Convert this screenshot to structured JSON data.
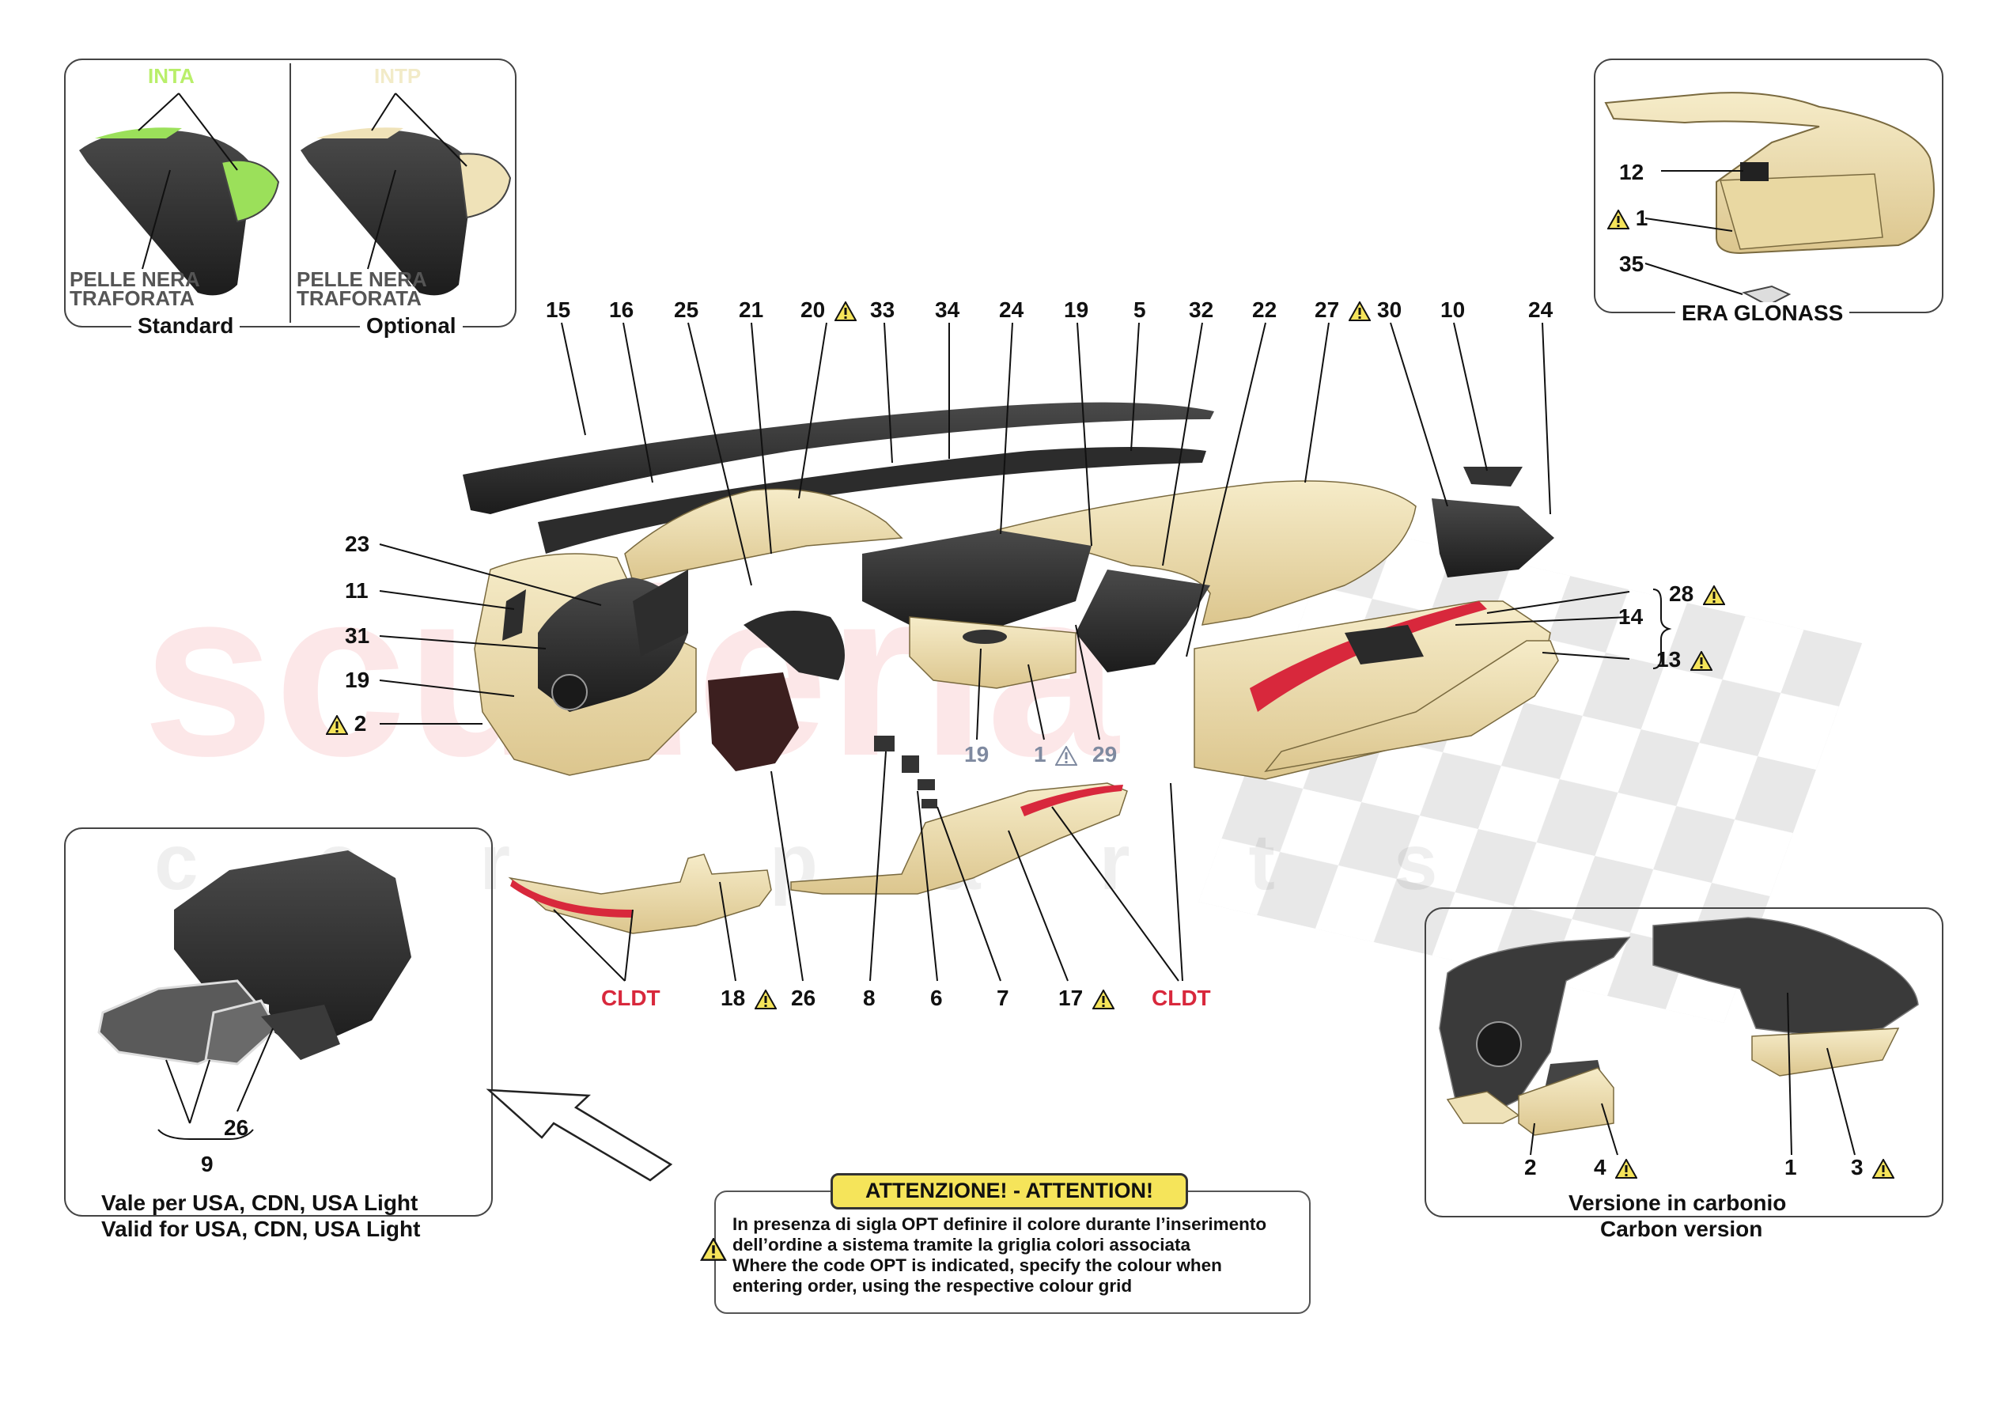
{
  "watermark": {
    "brand": "scuderia",
    "sub": "car parts"
  },
  "inset_leather": {
    "col_a_tag": "INTA",
    "col_b_tag": "INTP",
    "col_a_text_1": "PELLE NERA",
    "col_a_text_2": "TRAFORATA",
    "col_b_text_1": "PELLE NERA",
    "col_b_text_2": "TRAFORATA",
    "caption_a": "Standard",
    "caption_b": "Optional"
  },
  "inset_glonass": {
    "label_12": "12",
    "label_1": "1",
    "label_35": "35",
    "caption": "ERA GLONASS"
  },
  "inset_usa": {
    "label_26": "26",
    "label_9": "9",
    "caption_1": "Vale per USA, CDN, USA Light",
    "caption_2": "Valid for USA, CDN, USA Light"
  },
  "inset_carbon": {
    "label_2": "2",
    "label_4": "4",
    "label_1": "1",
    "label_3": "3",
    "caption_1": "Versione in carbonio",
    "caption_2": "Carbon version"
  },
  "top_labels": [
    "15",
    "16",
    "25",
    "21",
    "20",
    "33",
    "34",
    "24",
    "19",
    "5",
    "32",
    "22",
    "27",
    "30",
    "10",
    "24"
  ],
  "left_labels": [
    "23",
    "11",
    "31",
    "19",
    "2"
  ],
  "right_labels": {
    "l28": "28",
    "l14": "14",
    "l13": "13"
  },
  "center_labels": {
    "l19": "19",
    "l1": "1",
    "l29": "29"
  },
  "bottom_labels": {
    "cldt_left": "CLDT",
    "l18": "18",
    "l26": "26",
    "l8": "8",
    "l6": "6",
    "l7": "7",
    "l17": "17",
    "cldt_right": "CLDT"
  },
  "attention": {
    "title": "ATTENZIONE! - ATTENTION!",
    "line1": "In presenza di sigla OPT definire il colore durante l’inserimento",
    "line2": "dell’ordine a sistema tramite la griglia colori associata",
    "line3": "Where the code OPT is indicated, specify the colour when",
    "line4": "entering order, using the respective colour grid"
  },
  "colors": {
    "trim": "#efe2b8",
    "trim_dark": "#d8c48c",
    "black_part": "#2b2b2b",
    "green": "#9be05a",
    "red_accent": "#d8283c",
    "warn_yellow": "#f5e45a"
  }
}
